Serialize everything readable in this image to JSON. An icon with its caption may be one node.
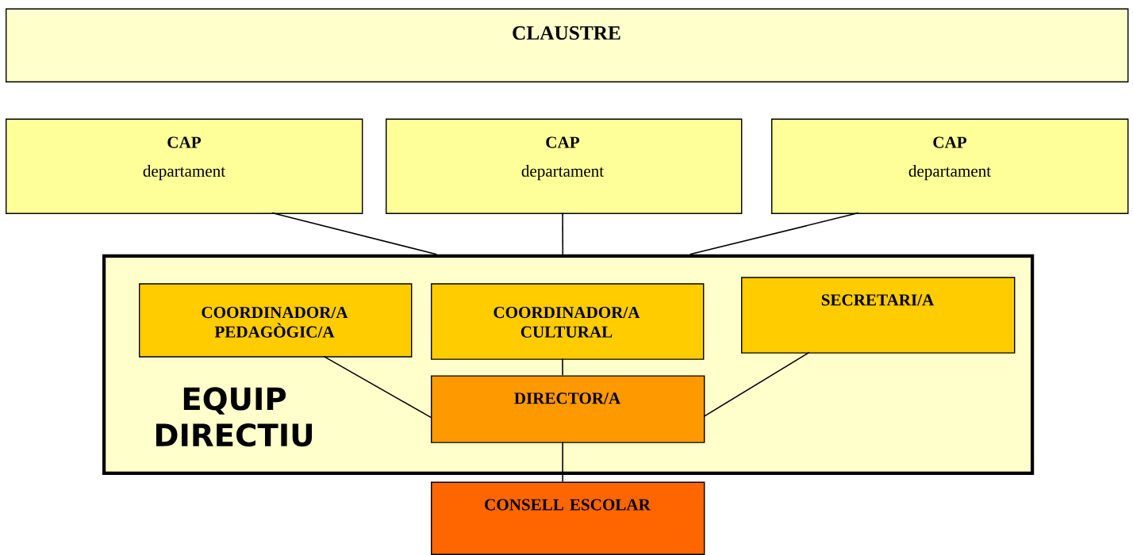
{
  "diagram": {
    "nodes": [
      {
        "text": [
          "CLAUSTRE"
        ]
      },
      {
        "text": [
          "CAP",
          "departament"
        ]
      },
      {
        "text": [
          "CAP",
          "departament"
        ]
      },
      {
        "text": [
          "CAP",
          "departament"
        ]
      },
      {
        "text": [
          "EQUIP DIRECTIU"
        ]
      },
      {
        "text": [
          "COORDINADOR/A PEDAGÒGIC/A"
        ],
        "in": 4
      },
      {
        "text": [
          "COORDINADOR/A CULTURAL"
        ],
        "in": 4
      },
      {
        "text": [
          "SECRETARI/A"
        ],
        "in": 4
      },
      {
        "text": [
          "DIRECTOR/A"
        ],
        "in": 4
      },
      {
        "text": [
          "CONSELL ESCOLAR"
        ]
      }
    ],
    "edges": [
      {
        "from": 1,
        "to": 4,
        "arrow": "none"
      },
      {
        "from": 2,
        "to": 4,
        "arrow": "none"
      },
      {
        "from": 3,
        "to": 4,
        "arrow": "none"
      },
      {
        "from": 5,
        "to": 8,
        "arrow": "none"
      },
      {
        "from": 6,
        "to": 8,
        "arrow": "none"
      },
      {
        "from": 7,
        "to": 8,
        "arrow": "none"
      },
      {
        "from": 8,
        "to": 9,
        "arrow": "none"
      }
    ]
  }
}
